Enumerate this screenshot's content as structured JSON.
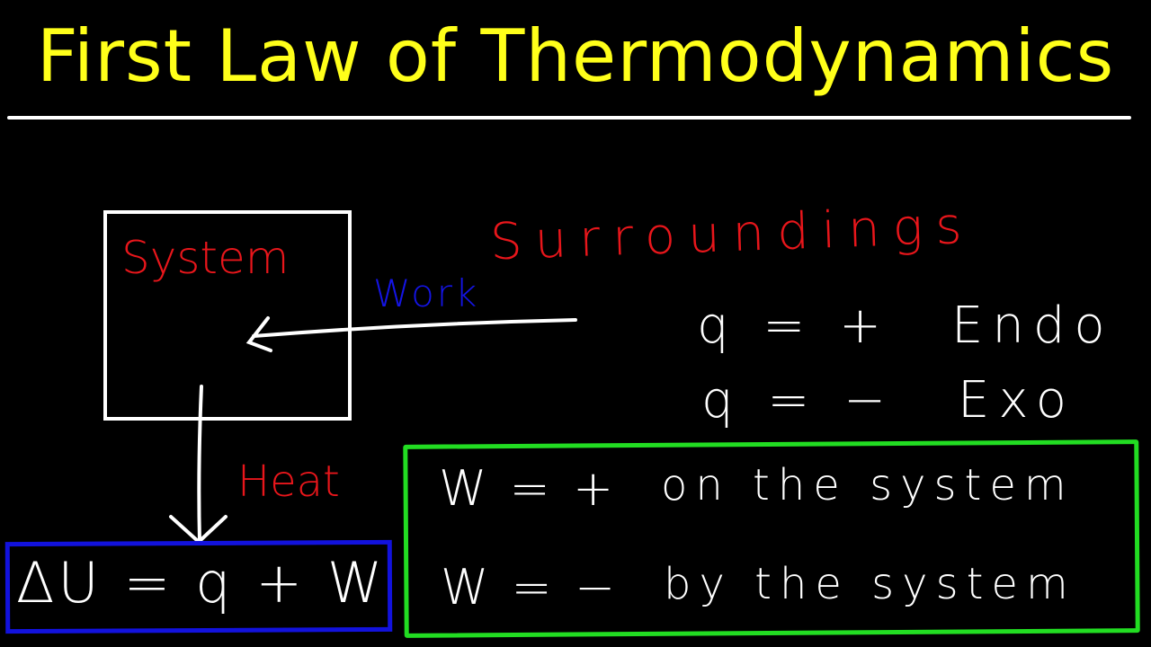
{
  "title": "First Law of Thermodynamics",
  "labels": {
    "system": "System",
    "surroundings": "Surroundings",
    "work": "Work",
    "heat": "Heat"
  },
  "equation": "ΔU = q + W",
  "heat_signs": [
    {
      "expr": "q = +",
      "meaning": "Endo"
    },
    {
      "expr": "q = −",
      "meaning": "Exo"
    }
  ],
  "work_signs": [
    {
      "expr": "W = +",
      "meaning": "on the system"
    },
    {
      "expr": "W = −",
      "meaning": "by the system"
    }
  ],
  "colors": {
    "background": "#000000",
    "title": "#ffff1a",
    "red_labels": "#e8161b",
    "work_label": "#1414e6",
    "work_box": "#22dd22",
    "equation_box": "#1212dd",
    "ink": "#ffffff"
  }
}
